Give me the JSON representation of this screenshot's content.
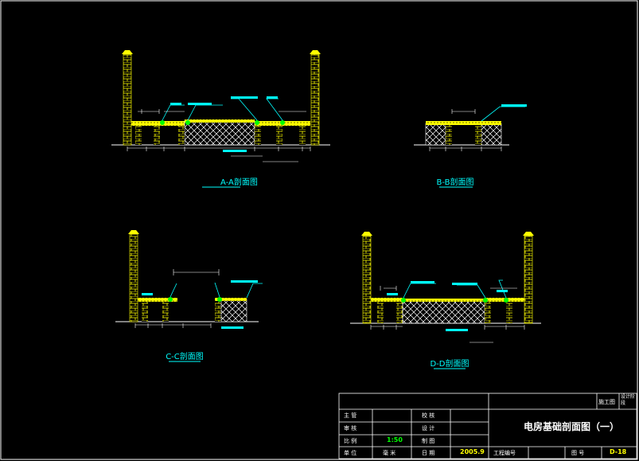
{
  "colors": {
    "background": "#000000",
    "wall": "#ffff00",
    "slab": "#ffffff",
    "leader": "#00ffff",
    "pipe": "#00ff00",
    "title": "#00ffff",
    "line": "#ffffff"
  },
  "sections": {
    "aa": {
      "title": "A-A剖面图"
    },
    "bb": {
      "title": "B-B剖面图"
    },
    "cc": {
      "title": "C-C剖面图"
    },
    "dd": {
      "title": "D-D剖面图"
    }
  },
  "title_block": {
    "row1": {
      "manage_label": "主 管",
      "check_label": "校 核"
    },
    "row2": {
      "review_label": "审 核",
      "design_label": "设 计"
    },
    "row3": {
      "scale_label": "比 例",
      "scale_value": "1:50",
      "draw_label": "制 图"
    },
    "row4": {
      "unit_label": "单 位",
      "unit_value": "毫 米",
      "date_label": "日 期",
      "date_value": "2005.9",
      "project_label": "工程编号",
      "sheet_label": "图 号",
      "sheet_value": "D-18"
    },
    "drawing_title": "电房基础剖面图（一）",
    "stage_label": "施工图",
    "design_stage_label": "设计阶段"
  }
}
